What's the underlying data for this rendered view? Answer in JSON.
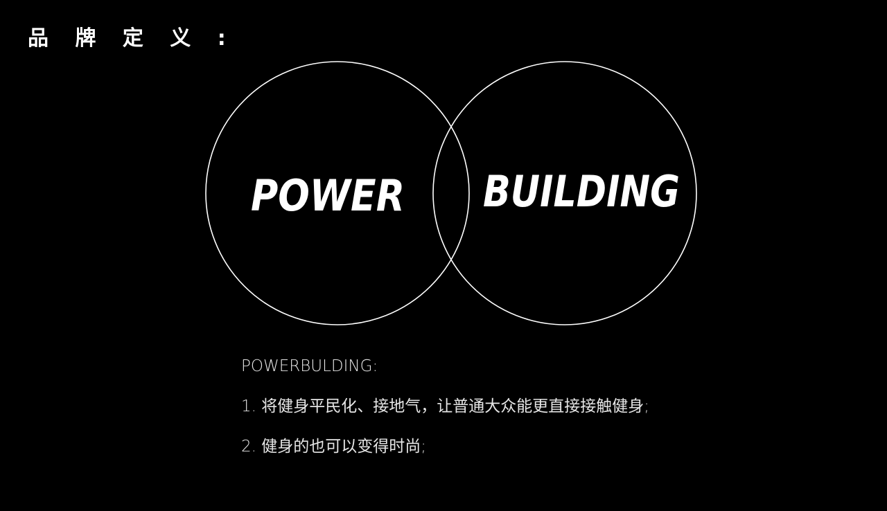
{
  "title": "品 牌 定 义 :",
  "venn": {
    "left_word": "POWER",
    "right_word": "BUILDING",
    "stroke_color": "#ffffff",
    "background_color": "#000000"
  },
  "definition": {
    "heading": "POWERBULDING:",
    "points": [
      "1. 将健身平民化、接地气，让普通大众能更直接接触健身;",
      "2. 健身的也可以变得时尚;"
    ]
  }
}
